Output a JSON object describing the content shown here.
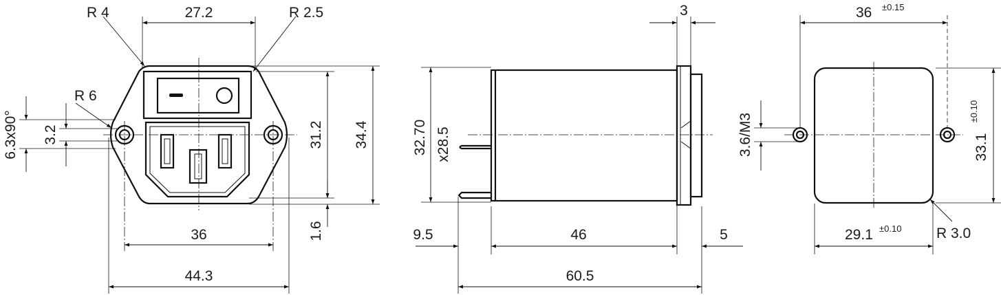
{
  "front_view": {
    "radius_top_left": "R 4",
    "width_top": "27.2",
    "radius_top_right": "R 2.5",
    "radius_left": "R 6",
    "chamfer_left": "6.3x90°",
    "hole_dia_left": "3.2",
    "height_inner": "31.2",
    "height_outer": "34.4",
    "offset_bottom": "1.6",
    "hole_spacing": "36",
    "width_overall": "44.3"
  },
  "side_view": {
    "flange_thickness": "3",
    "height_flange": "32.70",
    "height_body": "x28.5",
    "pin_length": "9.5",
    "body_length": "46",
    "front_projection": "5",
    "overall_length": "60.5"
  },
  "rear_view": {
    "width_top": "36",
    "width_top_tol": "±0.15",
    "hole_dim": "3.6/M3",
    "height": "33.1",
    "height_tol": "±0.10",
    "width_bottom": "29.1",
    "width_bottom_tol": "±0.10",
    "radius": "R 3.0"
  }
}
